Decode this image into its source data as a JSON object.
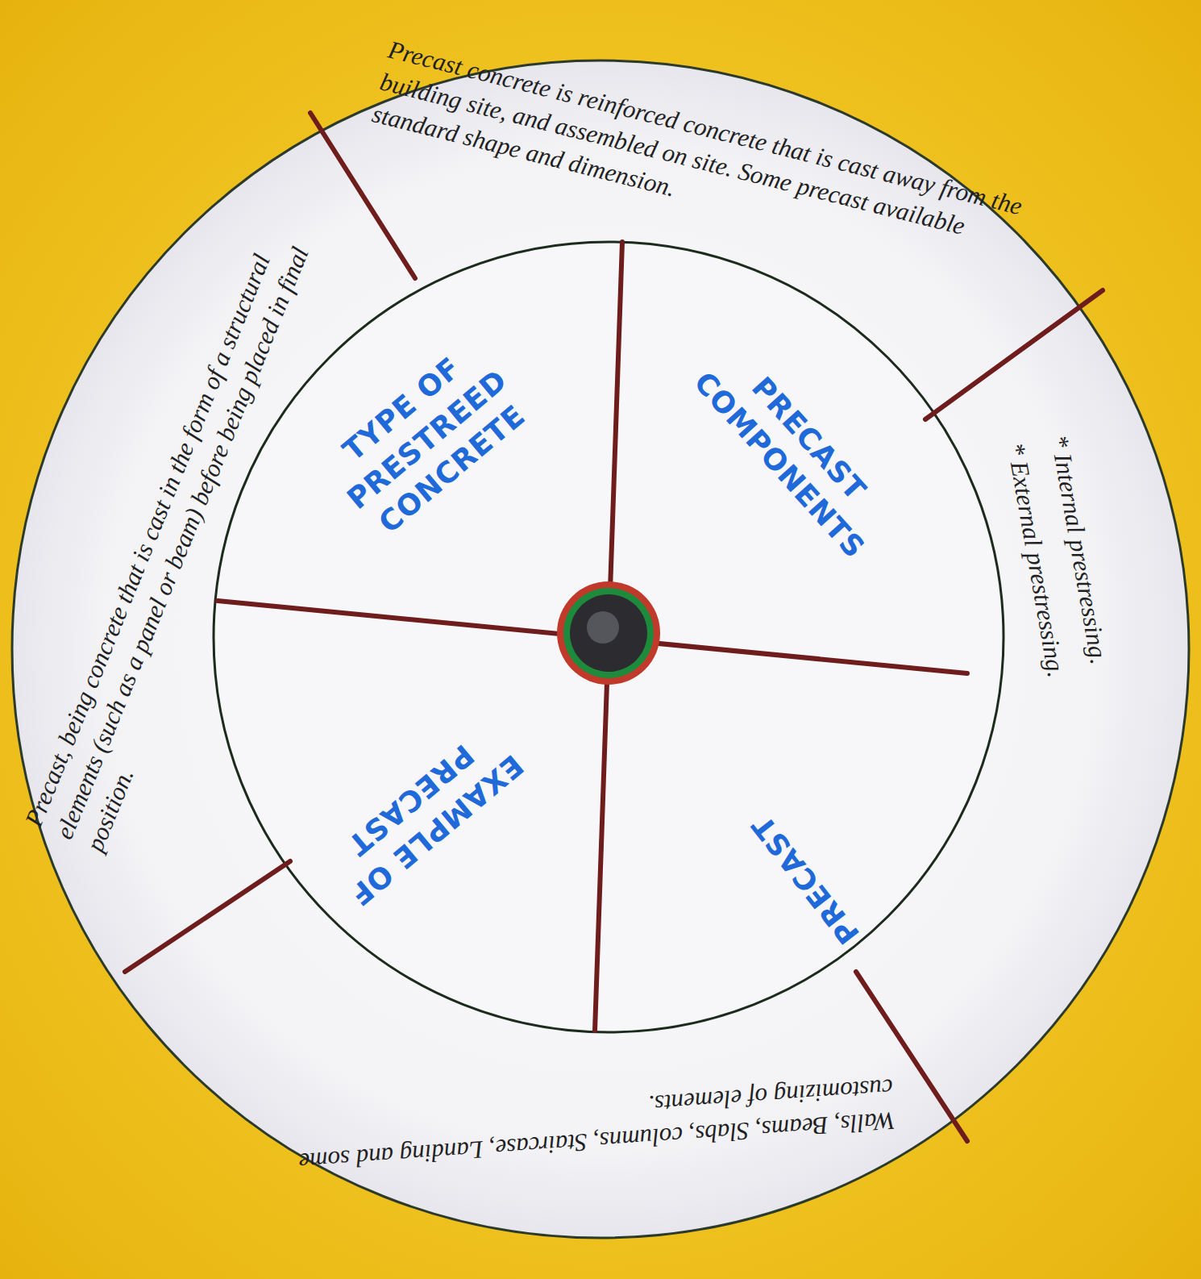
{
  "diagram": {
    "nodes": [
      {
        "text": [
          "Precast concrete is reinforced concrete that is cast away from the building site, and assembled on site. Some precast available standard shape and dimension."
        ]
      },
      {
        "text": [
          "* Internal prestressing.",
          "* External prestressing."
        ]
      },
      {
        "text": [
          "Walls, Beams, Slabs, columns, Staircase, Landing and some customizing of elements."
        ]
      },
      {
        "text": [
          "Precast, being concrete that is cast in the form of a structural elements (such as a panel or beam) before being placed in final position."
        ]
      },
      {
        "text": [
          "TYPE OF PRESTREED CONCRETE"
        ]
      },
      {
        "text": [
          "PRECAST COMPONENTS"
        ]
      },
      {
        "text": [
          "PRECAST"
        ]
      },
      {
        "text": [
          "EXAMPLE OF PRECAST"
        ]
      }
    ]
  }
}
